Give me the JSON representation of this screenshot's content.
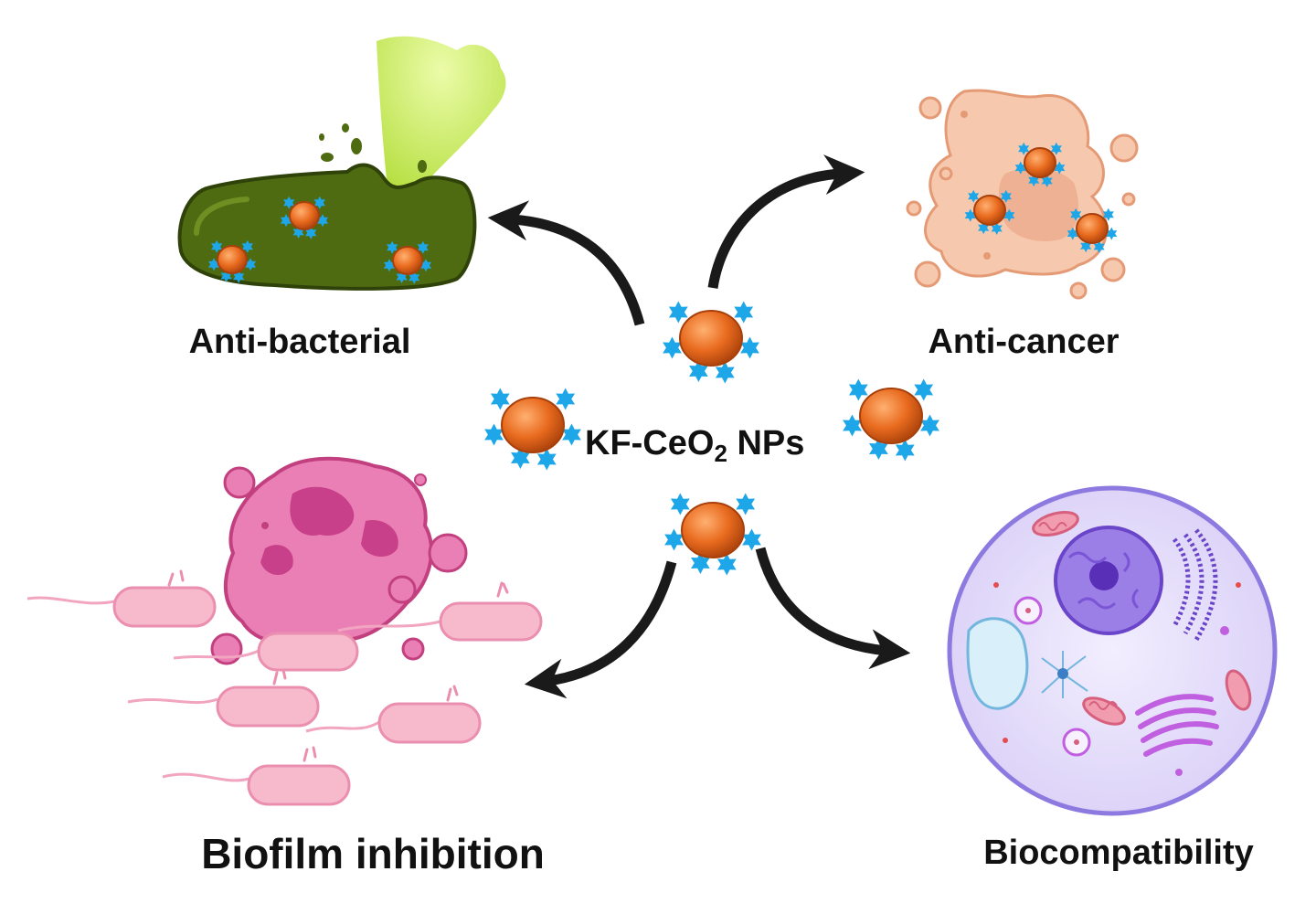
{
  "center_label": {
    "main": "KF-CeO",
    "subscript": "2",
    "suffix": " NPs"
  },
  "labels": {
    "anti_bacterial": "Anti-bacterial",
    "anti_cancer": "Anti-cancer",
    "biofilm": "Biofilm inhibition",
    "biocompat": "Biocompatibility"
  },
  "colors": {
    "nanoparticle": "#e86a1e",
    "ligand_star": "#1ea7e8",
    "arrow": "#1a1a1a",
    "bacterium": "#4f6b12",
    "toxin_cloud": "#b5e61d",
    "cancer_cell": "#f6c9ae",
    "biofilm": "#e0589a",
    "healthy_cell": "#e9e4fb"
  }
}
